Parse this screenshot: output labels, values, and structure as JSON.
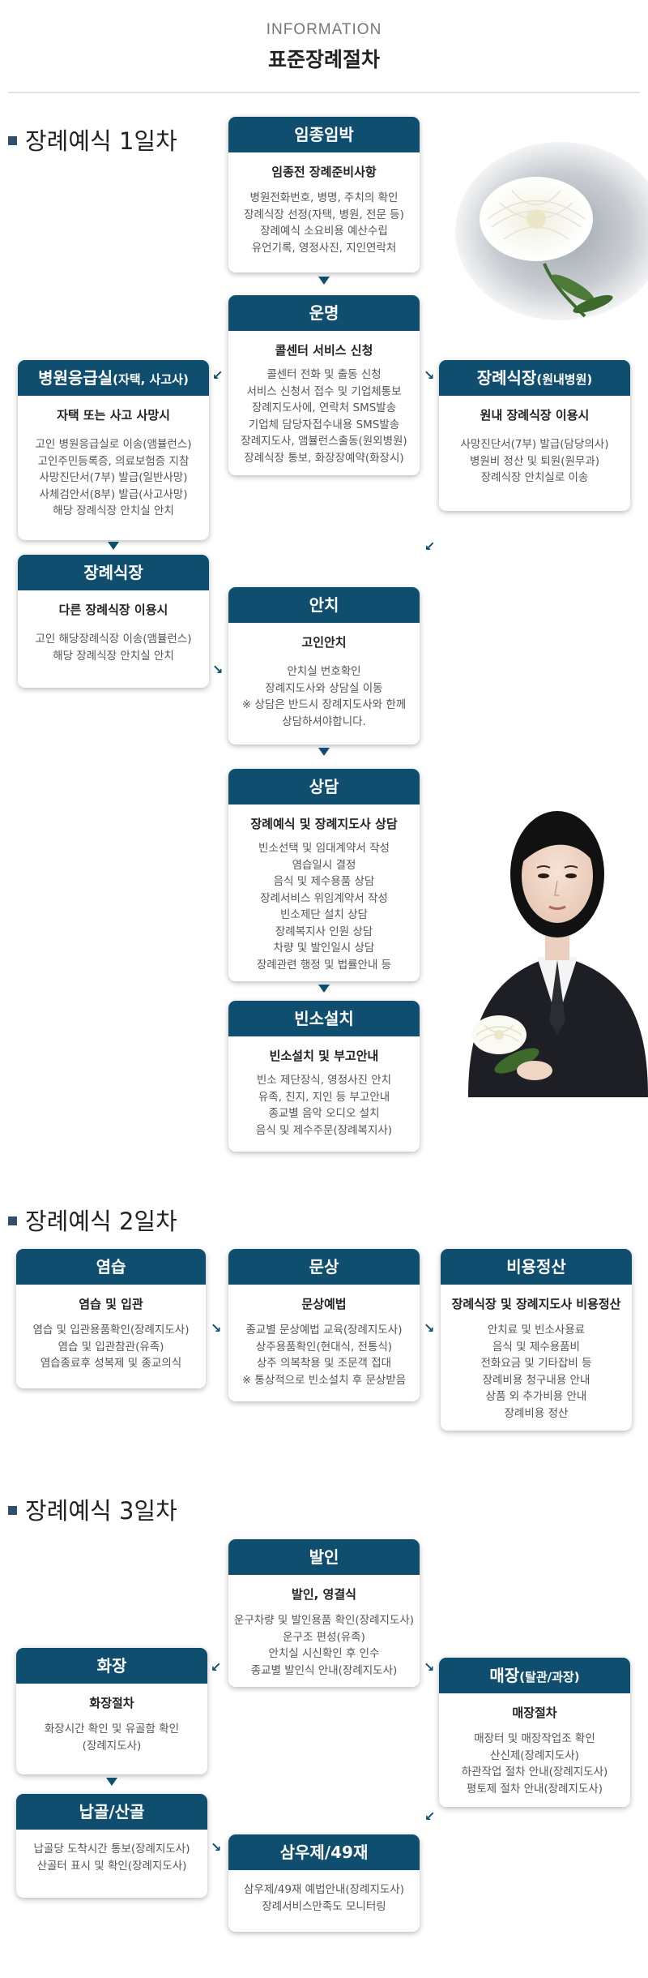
{
  "header": {
    "subtitle": "INFORMATION",
    "title": "표준장례절차"
  },
  "day1": {
    "label": "장례예식 1일차",
    "imjong": {
      "title": "임종임박",
      "sub": "임종전 장례준비사항",
      "lines": [
        "병원전화번호, 병명, 주치의 확인",
        "장례식장 선정(자택, 병원, 전문 등)",
        "장례예식 소요비용 예산수립",
        "유언기록, 영정사진, 지인연락처"
      ]
    },
    "unmyeong": {
      "title": "운명",
      "sub": "콜센터 서비스 신청",
      "lines": [
        "콜센터 전화 및 출동 신청",
        "서비스 신청서 접수 및 기업체통보",
        "장례지도사에, 연락처 SMS발송",
        "기업체 담당자접수내용 SMS발송",
        "장례지도사, 앰뷸런스출동(원외병원)",
        "장례식장 통보, 화장장예약(화장시)"
      ]
    },
    "hospital": {
      "title": "병원응급실",
      "title_small": "(자택, 사고사)",
      "sub": "자택 또는 사고 사망시",
      "lines": [
        "고인 병원응급실로 이송(앰뷸런스)",
        "고인주민등록증, 의료보험증 지참",
        "사망진단서(7부) 발급(일반사망)",
        "사체검안서(8부) 발급(사고사망)",
        "해당 장례식장 안치실 안치"
      ]
    },
    "inhospital": {
      "title": "장례식장",
      "title_small": "(원내병원)",
      "sub": "원내 장례식장 이용시",
      "lines": [
        "사망진단서(7부) 발급(담당의사)",
        "병원비 정산 및 퇴원(원무과)",
        "장례식장 안치실로 이송"
      ]
    },
    "other": {
      "title": "장례식장",
      "sub": "다른 장례식장 이용시",
      "lines": [
        "고인 해당장례식장 이송(앰뷸런스)",
        "해당 장례식장 안치실 안치"
      ]
    },
    "anchi": {
      "title": "안치",
      "sub": "고인안치",
      "lines": [
        "안치실 번호확인",
        "장례지도사와 상담실 이동",
        "※ 상담은 반드시 장례지도사와 한께",
        "상담하셔야합니다."
      ]
    },
    "sangdam": {
      "title": "상담",
      "sub": "장례예식 및 장례지도사 상담",
      "lines": [
        "빈소선택 및 임대계약서 작성",
        "염습일시 결정",
        "음식 및 제수용품 상담",
        "장례서비스 위임계약서 작성",
        "빈소제단 설치 상담",
        "장례복지사 인원 상담",
        "차량 및 발인일시 상담",
        "장례관련 행정 및 법률안내 등"
      ]
    },
    "binso": {
      "title": "빈소설치",
      "sub": "빈소설치 및 부고안내",
      "lines": [
        "빈소 제단장식, 영정사진 안치",
        "유족, 친지, 지인 등 부고안내",
        "종교별 음악 오디오 설치",
        "음식 및 제수주문(장례복지사)"
      ]
    }
  },
  "day2": {
    "label": "장례예식 2일차",
    "yeomseup": {
      "title": "염습",
      "sub": "염습 및 입관",
      "lines": [
        "염습 및 입관용품확인(장례지도사)",
        "염습 및 입관참관(유족)",
        "염습종료후 성복제 및 종교의식"
      ]
    },
    "munsang": {
      "title": "문상",
      "sub": "문상예법",
      "lines": [
        "종교별 문상예법 교육(장례지도사)",
        "상주용품확인(현대식, 전통식)",
        "상주 의복착용 및 조문객 접대",
        "※ 통상적으로 빈소설치 후 문상받음"
      ]
    },
    "cost": {
      "title": "비용정산",
      "sub": "장례식장 및 장례지도사 비용정산",
      "lines": [
        "안치료 및 빈소사용료",
        "음식 및 제수용품비",
        "전화요금 및 기타잡비 등",
        "장례비용 청구내용 안내",
        "상품 외 추가비용 안내",
        "장례비용 정산"
      ]
    }
  },
  "day3": {
    "label": "장례예식 3일차",
    "balin": {
      "title": "발인",
      "sub": "발인, 영결식",
      "lines": [
        "운구차량 및 발인용품 확인(장례지도사)",
        "운구조 편성(유족)",
        "안치실 시신확인 후 인수",
        "종교별 발인식 안내(장례지도사)"
      ]
    },
    "cremation": {
      "title": "화장",
      "sub": "화장절차",
      "lines": [
        "화장시간 확인 및 유골함 확인",
        "(장례지도사)"
      ]
    },
    "burial": {
      "title": "매장",
      "title_small": "(탈관/과장)",
      "sub": "매장절차",
      "lines": [
        "매장터 및 매장작업조 확인",
        "산신제(장례지도사)",
        "하관작업 절차 안내(장례지도사)",
        "평토제 절차 안내(장례지도사)"
      ]
    },
    "napgol": {
      "title": "납골/산골",
      "lines": [
        "납골당 도착시간 통보(장례지도사)",
        "산골터 표시 및 확인(장례지도사)"
      ]
    },
    "samuje": {
      "title": "삼우제/49재",
      "lines": [
        "삼우제/49재 예법안내(장례지도사)",
        "장례서비스만족도 모니터링"
      ]
    }
  },
  "colors": {
    "header_bg": "#0f4e6e",
    "section_marker": "#2f4f6b"
  },
  "icons": [
    "arrow-down-icon",
    "arrow-diagonal-icon",
    "chrysanthemum-photo",
    "funeral-director-photo"
  ]
}
